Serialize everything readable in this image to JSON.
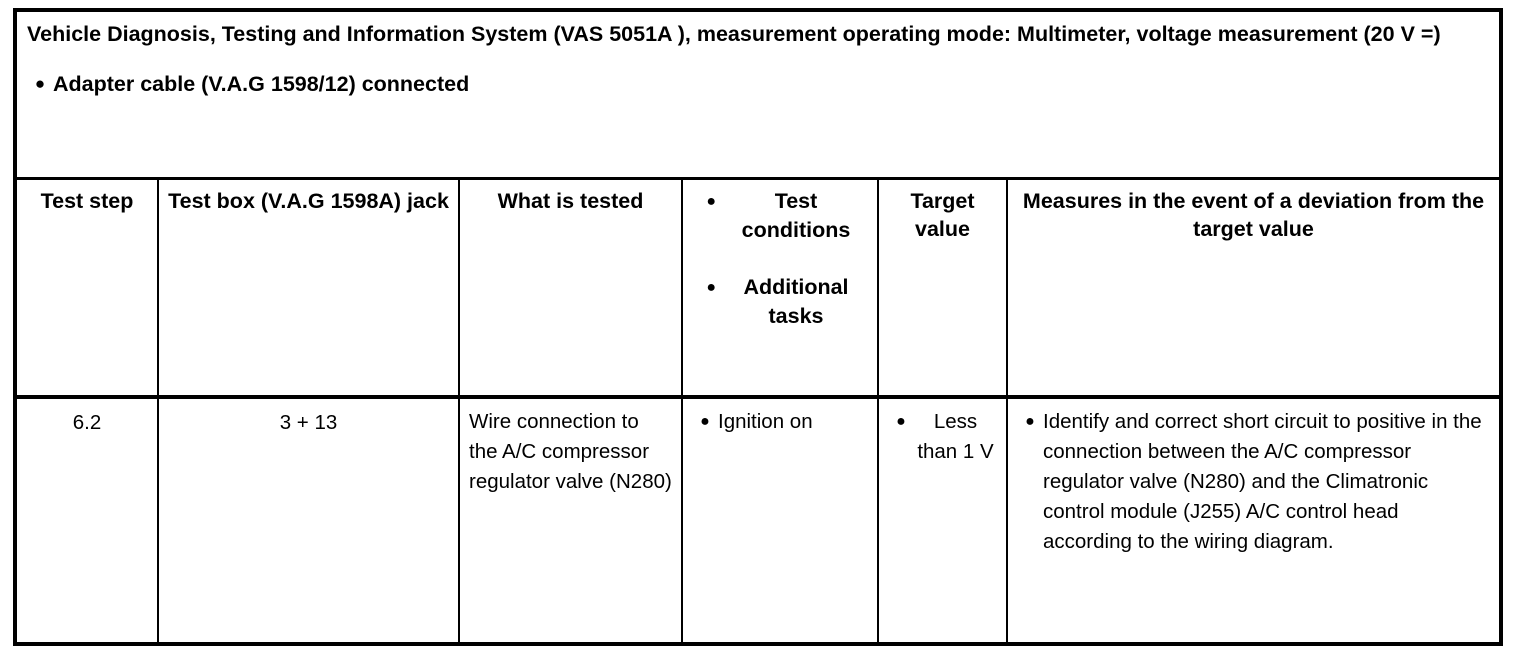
{
  "document": {
    "title_line1": "Vehicle Diagnosis, Testing and Information System (VAS 5051A ), measurement operating mode: Multimeter, voltage",
    "title_line2": "measurement (20 V =)",
    "title_full": "Vehicle Diagnosis, Testing and Information System (VAS 5051A ), measurement operating mode: Multimeter, voltage measurement (20 V =)",
    "prerequisites": [
      {
        "bullet": "bullet-dot",
        "text": "Adapter cable (V.A.G 1598/12) connected"
      }
    ]
  },
  "table": {
    "headers": {
      "test_step": "Test step",
      "test_box": "Test box (V.A.G 1598A) jack",
      "what_is_tested": "What is tested",
      "conditions_bullets": [
        {
          "bullet": "bullet-dot",
          "text": "Test conditions"
        },
        {
          "bullet": "bullet-dot",
          "text": "Additional tasks"
        }
      ],
      "target_value": "Target value",
      "measures": "Measures in the event of a deviation from the target value"
    },
    "rows": [
      {
        "test_step": "6.2",
        "test_box": "3 + 13",
        "what_is_tested": "Wire connection to the A/C compressor regulator valve (N280)",
        "conditions": [
          {
            "bullet": "bullet-dot",
            "text": "Ignition on"
          }
        ],
        "target_value": [
          {
            "bullet": "bullet-dot",
            "text": "Less than 1 V"
          }
        ],
        "measures": [
          {
            "bullet": "bullet-dot",
            "text": "Identify and correct short circuit to positive in the connection between the A/C compressor regulator valve (N280) and the Climatronic control module (J255) A/C control head according to the wiring diagram."
          }
        ]
      }
    ]
  },
  "colors": {
    "border": "#000000",
    "text": "#000000",
    "background": "#ffffff"
  }
}
